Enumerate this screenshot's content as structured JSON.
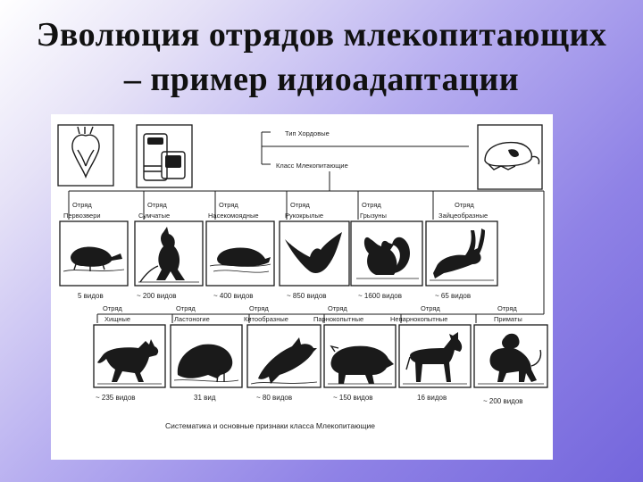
{
  "slide": {
    "title_line1": "Эволюция отрядов млекопитающих",
    "title_line2": "– пример идиоадаптации"
  },
  "diagram": {
    "type_label": "Тип Хордовые",
    "class_label": "Класс Млекопитающие",
    "caption": "Систематика и основные признаки класса Млекопитающие",
    "top_orders": [
      {
        "word": "Отряд",
        "name": "Первозвери",
        "count": "5 видов",
        "animal": "platypus"
      },
      {
        "word": "Отряд",
        "name": "Сумчатые",
        "count": "~ 200 видов",
        "animal": "kangaroo"
      },
      {
        "word": "Отряд",
        "name": "Насекомоядные",
        "count": "~ 400 видов",
        "animal": "mole"
      },
      {
        "word": "Отряд",
        "name": "Рукокрылые",
        "count": "~ 850 видов",
        "animal": "bat"
      },
      {
        "word": "Отряд",
        "name": "Грызуны",
        "count": "~ 1600 видов",
        "animal": "squirrel"
      },
      {
        "word": "Отряд",
        "name": "Зайцеобразные",
        "count": "~ 65 видов",
        "animal": "hare"
      }
    ],
    "bottom_orders": [
      {
        "word": "Отряд",
        "name": "Хищные",
        "count": "~ 235 видов",
        "animal": "wolf"
      },
      {
        "word": "Отряд",
        "name": "Ластоногие",
        "count": "31 вид",
        "animal": "walrus"
      },
      {
        "word": "Отряд",
        "name": "Китообразные",
        "count": "~ 80 видов",
        "animal": "dolphin"
      },
      {
        "word": "Отряд",
        "name": "Парнокопытные",
        "count": "~ 150 видов",
        "animal": "boar"
      },
      {
        "word": "Отряд",
        "name": "Непарнокопытные",
        "count": "16 видов",
        "animal": "donkey"
      },
      {
        "word": "Отряд",
        "name": "Приматы",
        "count": "~ 200 видов",
        "animal": "monkey"
      }
    ]
  }
}
